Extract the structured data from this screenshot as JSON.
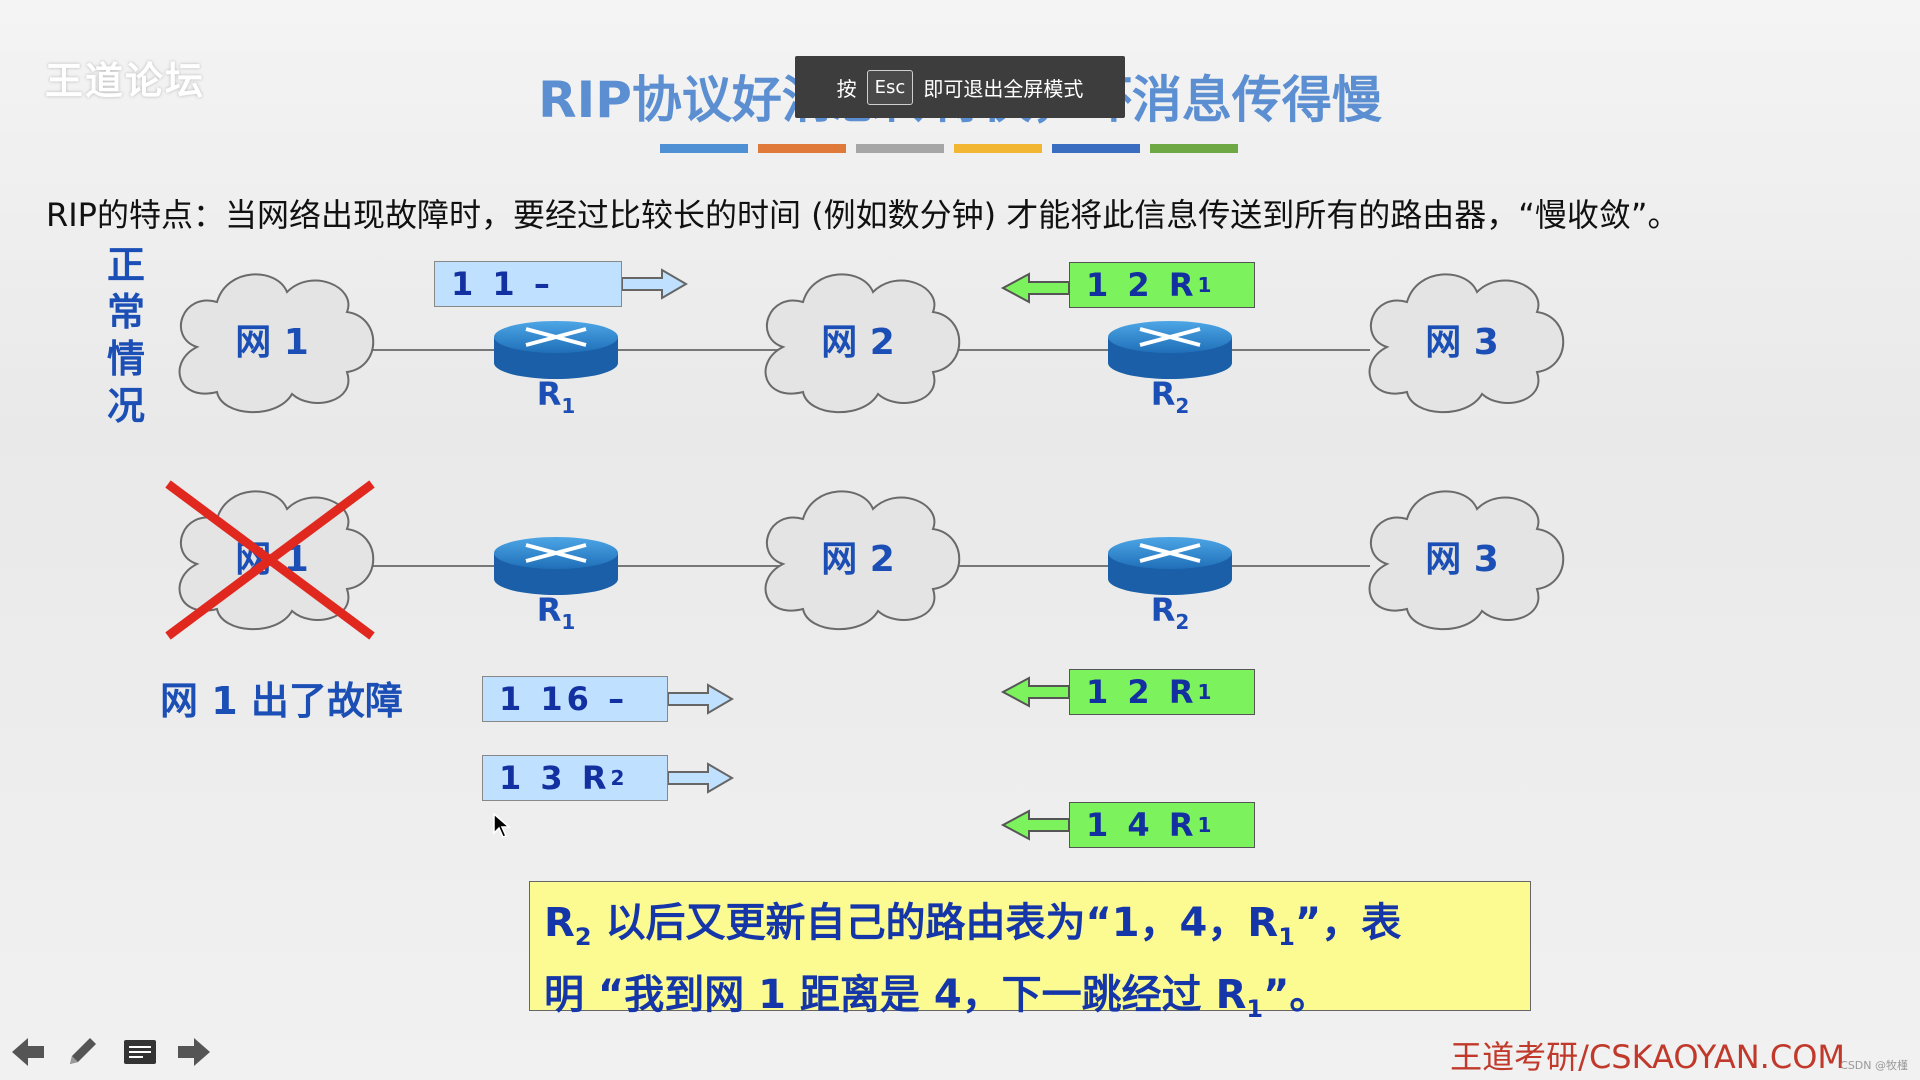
{
  "watermark": "王道论坛",
  "slide": {
    "title": "RIP协议好消息传得快，坏消息传得慢",
    "intro": "RIP的特点：当网络出现故障时，要经过比较长的时间 (例如数分钟) 才能将此信息传送到所有的路由器，“慢收敛”。",
    "side_label": "正常情况",
    "color_bar_colors": [
      "#4f8fd4",
      "#e07a3a",
      "#a6a6a6",
      "#f2b632",
      "#3a6dc0",
      "#6ea845"
    ],
    "normal": {
      "clouds": [
        "网 1",
        "网 2",
        "网 3"
      ],
      "routers": [
        {
          "label": "R",
          "sub": "1"
        },
        {
          "label": "R",
          "sub": "2"
        }
      ],
      "r1_update": {
        "net": "1",
        "dist": "1",
        "next": "–"
      },
      "r2_update": {
        "net": "1",
        "dist": "2",
        "next": "R",
        "next_sub": "1"
      }
    },
    "failure": {
      "clouds": [
        "网 1",
        "网 2",
        "网 3"
      ],
      "routers": [
        {
          "label": "R",
          "sub": "1"
        },
        {
          "label": "R",
          "sub": "2"
        }
      ],
      "fault_label": "网 1 出了故障",
      "r1_updates": [
        {
          "net": "1",
          "dist": "16",
          "next": "–",
          "next_sub": ""
        },
        {
          "net": "1",
          "dist": "3",
          "next": "R",
          "next_sub": "2"
        }
      ],
      "r2_updates": [
        {
          "net": "1",
          "dist": "2",
          "next": "R",
          "next_sub": "1"
        },
        {
          "net": "1",
          "dist": "4",
          "next": "R",
          "next_sub": "1"
        }
      ]
    },
    "callout": {
      "line1_a": "R",
      "line1_sub": "2",
      "line1_b": " 以后又更新自己的路由表为“1，4，R",
      "line1_sub2": "1",
      "line1_c": "”，表",
      "line2_a": "明 “我到网 1 距离是 4，下一跳经过 R",
      "line2_sub": "1",
      "line2_b": "”。"
    }
  },
  "toast": {
    "prefix": "按",
    "key": "Esc",
    "suffix": "即可退出全屏模式"
  },
  "footer": {
    "brand": "王道考研/CSKAOYAN.COM",
    "credit": "CSDN @牧槿"
  },
  "nav": [
    "arrow-left-icon",
    "pen-icon",
    "notes-icon",
    "arrow-right-icon"
  ]
}
